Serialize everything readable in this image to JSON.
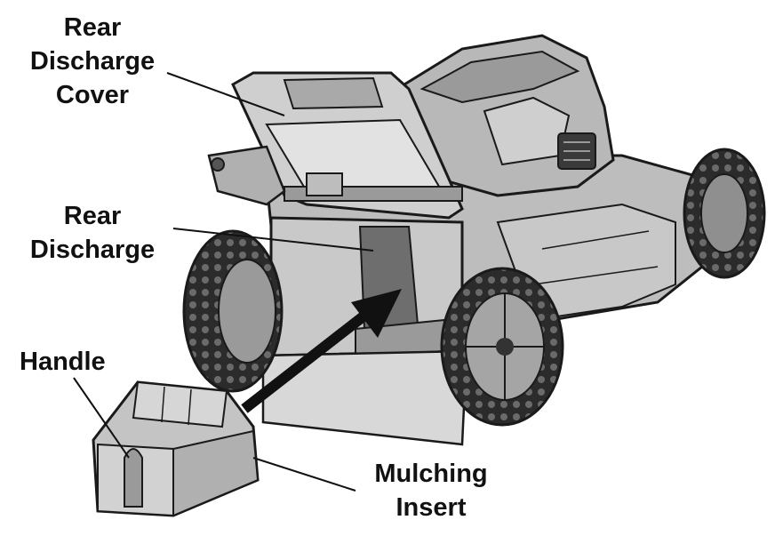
{
  "labels": {
    "rear_discharge_cover": [
      "Rear",
      "Discharge",
      "Cover"
    ],
    "rear_discharge": [
      "Rear",
      "Discharge"
    ],
    "handle": "Handle",
    "mulching_insert": [
      "Mulching",
      "Insert"
    ]
  },
  "colors": {
    "outline": "#1a1a1a",
    "body_gray": "#bdbdbd",
    "dark_gray": "#8a8a8a",
    "light_gray": "#dadada",
    "tire": "#2b2b2b",
    "arrow": "#111111"
  }
}
